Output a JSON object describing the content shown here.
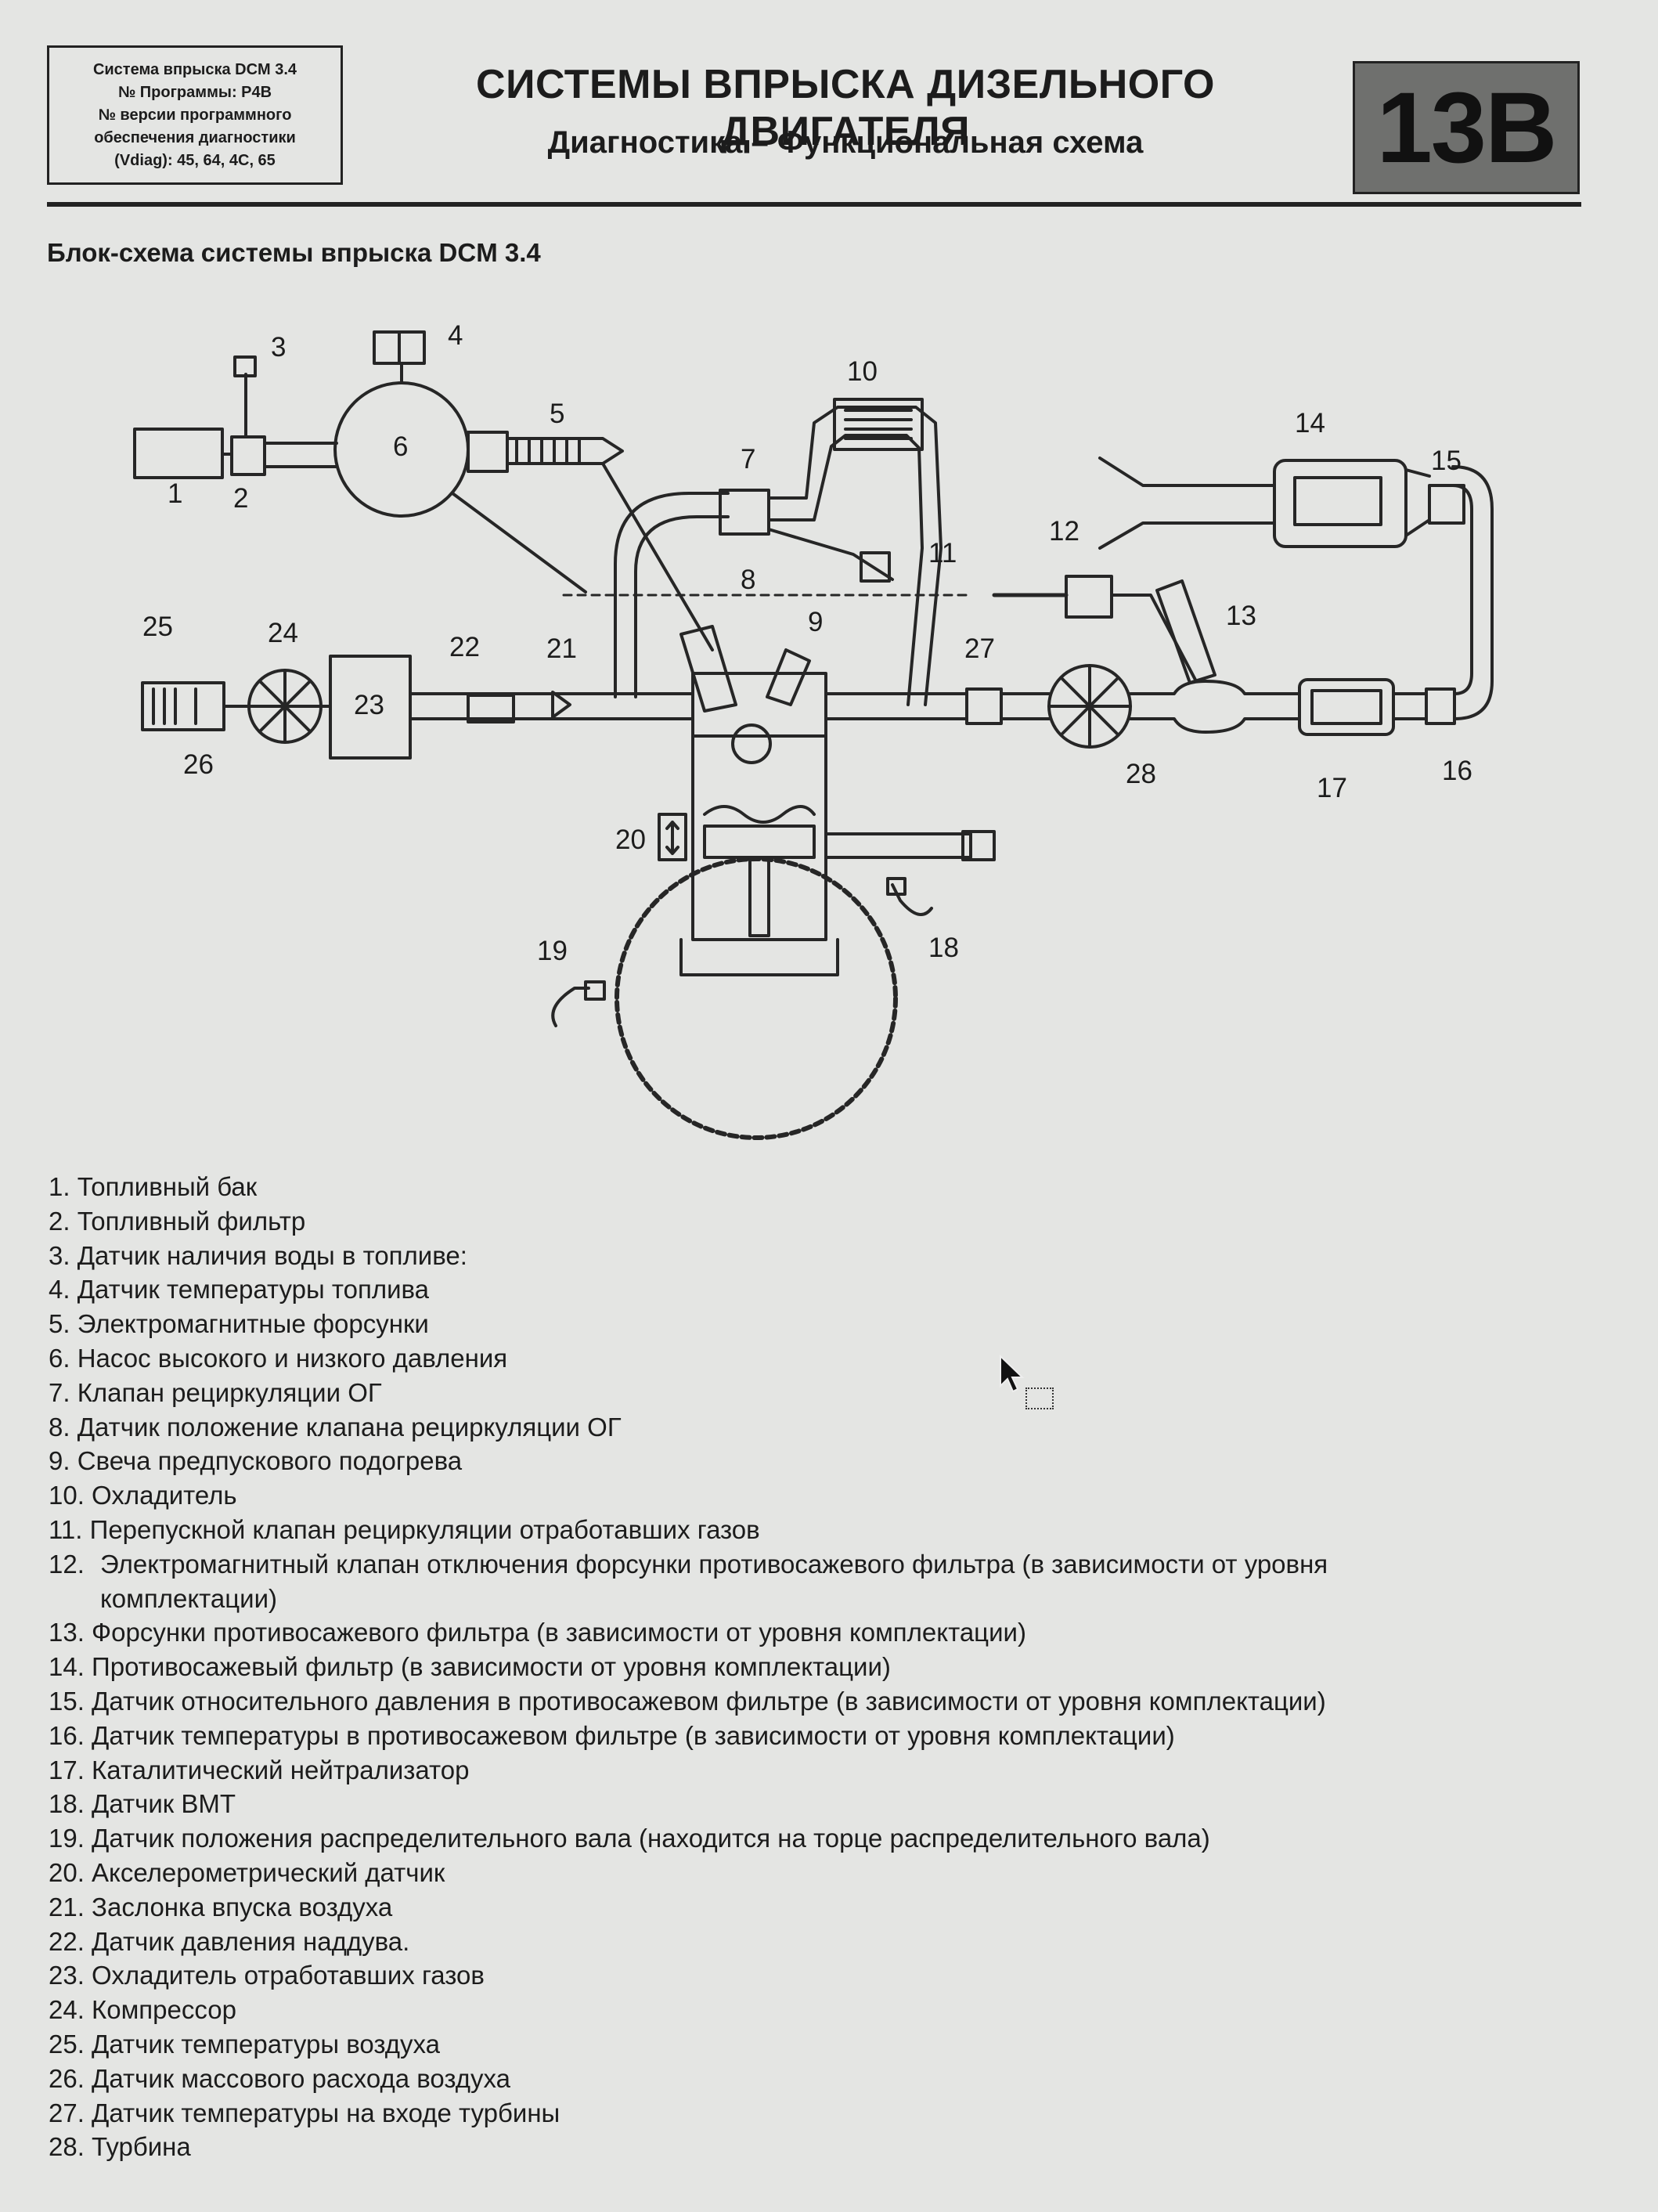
{
  "header": {
    "meta_lines": [
      "Система впрыска DCM 3.4",
      "№ Программы: P4B",
      "№ версии программного",
      "обеспечения диагностики",
      "(Vdiag): 45, 64, 4C, 65"
    ],
    "title": "СИСТЕМЫ ВПРЫСКА ДИЗЕЛЬНОГО ДВИГАТЕЛЯ",
    "subtitle": "Диагностика – Функциональная схема",
    "chapter": "13B"
  },
  "section_title": "Блок-схема системы впрыска DCM 3.4",
  "diagram": {
    "callouts": [
      "1",
      "2",
      "3",
      "4",
      "5",
      "6",
      "7",
      "8",
      "9",
      "10",
      "11",
      "12",
      "13",
      "14",
      "15",
      "16",
      "17",
      "18",
      "19",
      "20",
      "21",
      "22",
      "23",
      "24",
      "25",
      "26",
      "27",
      "28"
    ]
  },
  "legend": [
    {
      "num": "1.",
      "text": "Топливный бак"
    },
    {
      "num": "2.",
      "text": "Топливный фильтр"
    },
    {
      "num": "3.",
      "text": "Датчик наличия воды в топливе:"
    },
    {
      "num": "4.",
      "text": "Датчик температуры топлива"
    },
    {
      "num": "5.",
      "text": "Электромагнитные форсунки"
    },
    {
      "num": "6.",
      "text": "Насос высокого и низкого давления"
    },
    {
      "num": "7.",
      "text": "Клапан рециркуляции ОГ"
    },
    {
      "num": "8.",
      "text": "Датчик положение клапана рециркуляции ОГ"
    },
    {
      "num": "9.",
      "text": "Свеча предпускового подогрева"
    },
    {
      "num": "10.",
      "text": "Охладитель"
    },
    {
      "num": "11.",
      "text": "Перепускной клапан рециркуляции отработавших газов"
    },
    {
      "num": "12.",
      "text": "Электромагнитный клапан отключения форсунки противосажевого фильтра (в зависимости от уровня комплектации)"
    },
    {
      "num": "13.",
      "text": "Форсунки противосажевого фильтра (в зависимости от уровня комплектации)"
    },
    {
      "num": "14.",
      "text": "Противосажевый фильтр (в зависимости от уровня комплектации)"
    },
    {
      "num": "15.",
      "text": "Датчик относительного давления в противосажевом фильтре (в зависимости от уровня комплектации)"
    },
    {
      "num": "16.",
      "text": "Датчик температуры в противосажевом фильтре (в зависимости от уровня комплектации)"
    },
    {
      "num": "17.",
      "text": "Каталитический нейтрализатор"
    },
    {
      "num": "18.",
      "text": "Датчик ВМТ"
    },
    {
      "num": "19.",
      "text": "Датчик положения распределительного вала (находится на торце распределительного вала)"
    },
    {
      "num": "20.",
      "text": "Акселерометрический датчик"
    },
    {
      "num": "21.",
      "text": "Заслонка впуска воздуха"
    },
    {
      "num": "22.",
      "text": "Датчик давления наддува."
    },
    {
      "num": "23.",
      "text": "Охладитель отработавших газов"
    },
    {
      "num": "24.",
      "text": "Компрессор"
    },
    {
      "num": "25.",
      "text": "Датчик температуры воздуха"
    },
    {
      "num": "26.",
      "text": "Датчик массового расхода воздуха"
    },
    {
      "num": "27.",
      "text": "Датчик температуры на входе турбины"
    },
    {
      "num": "28.",
      "text": "Турбина"
    }
  ]
}
